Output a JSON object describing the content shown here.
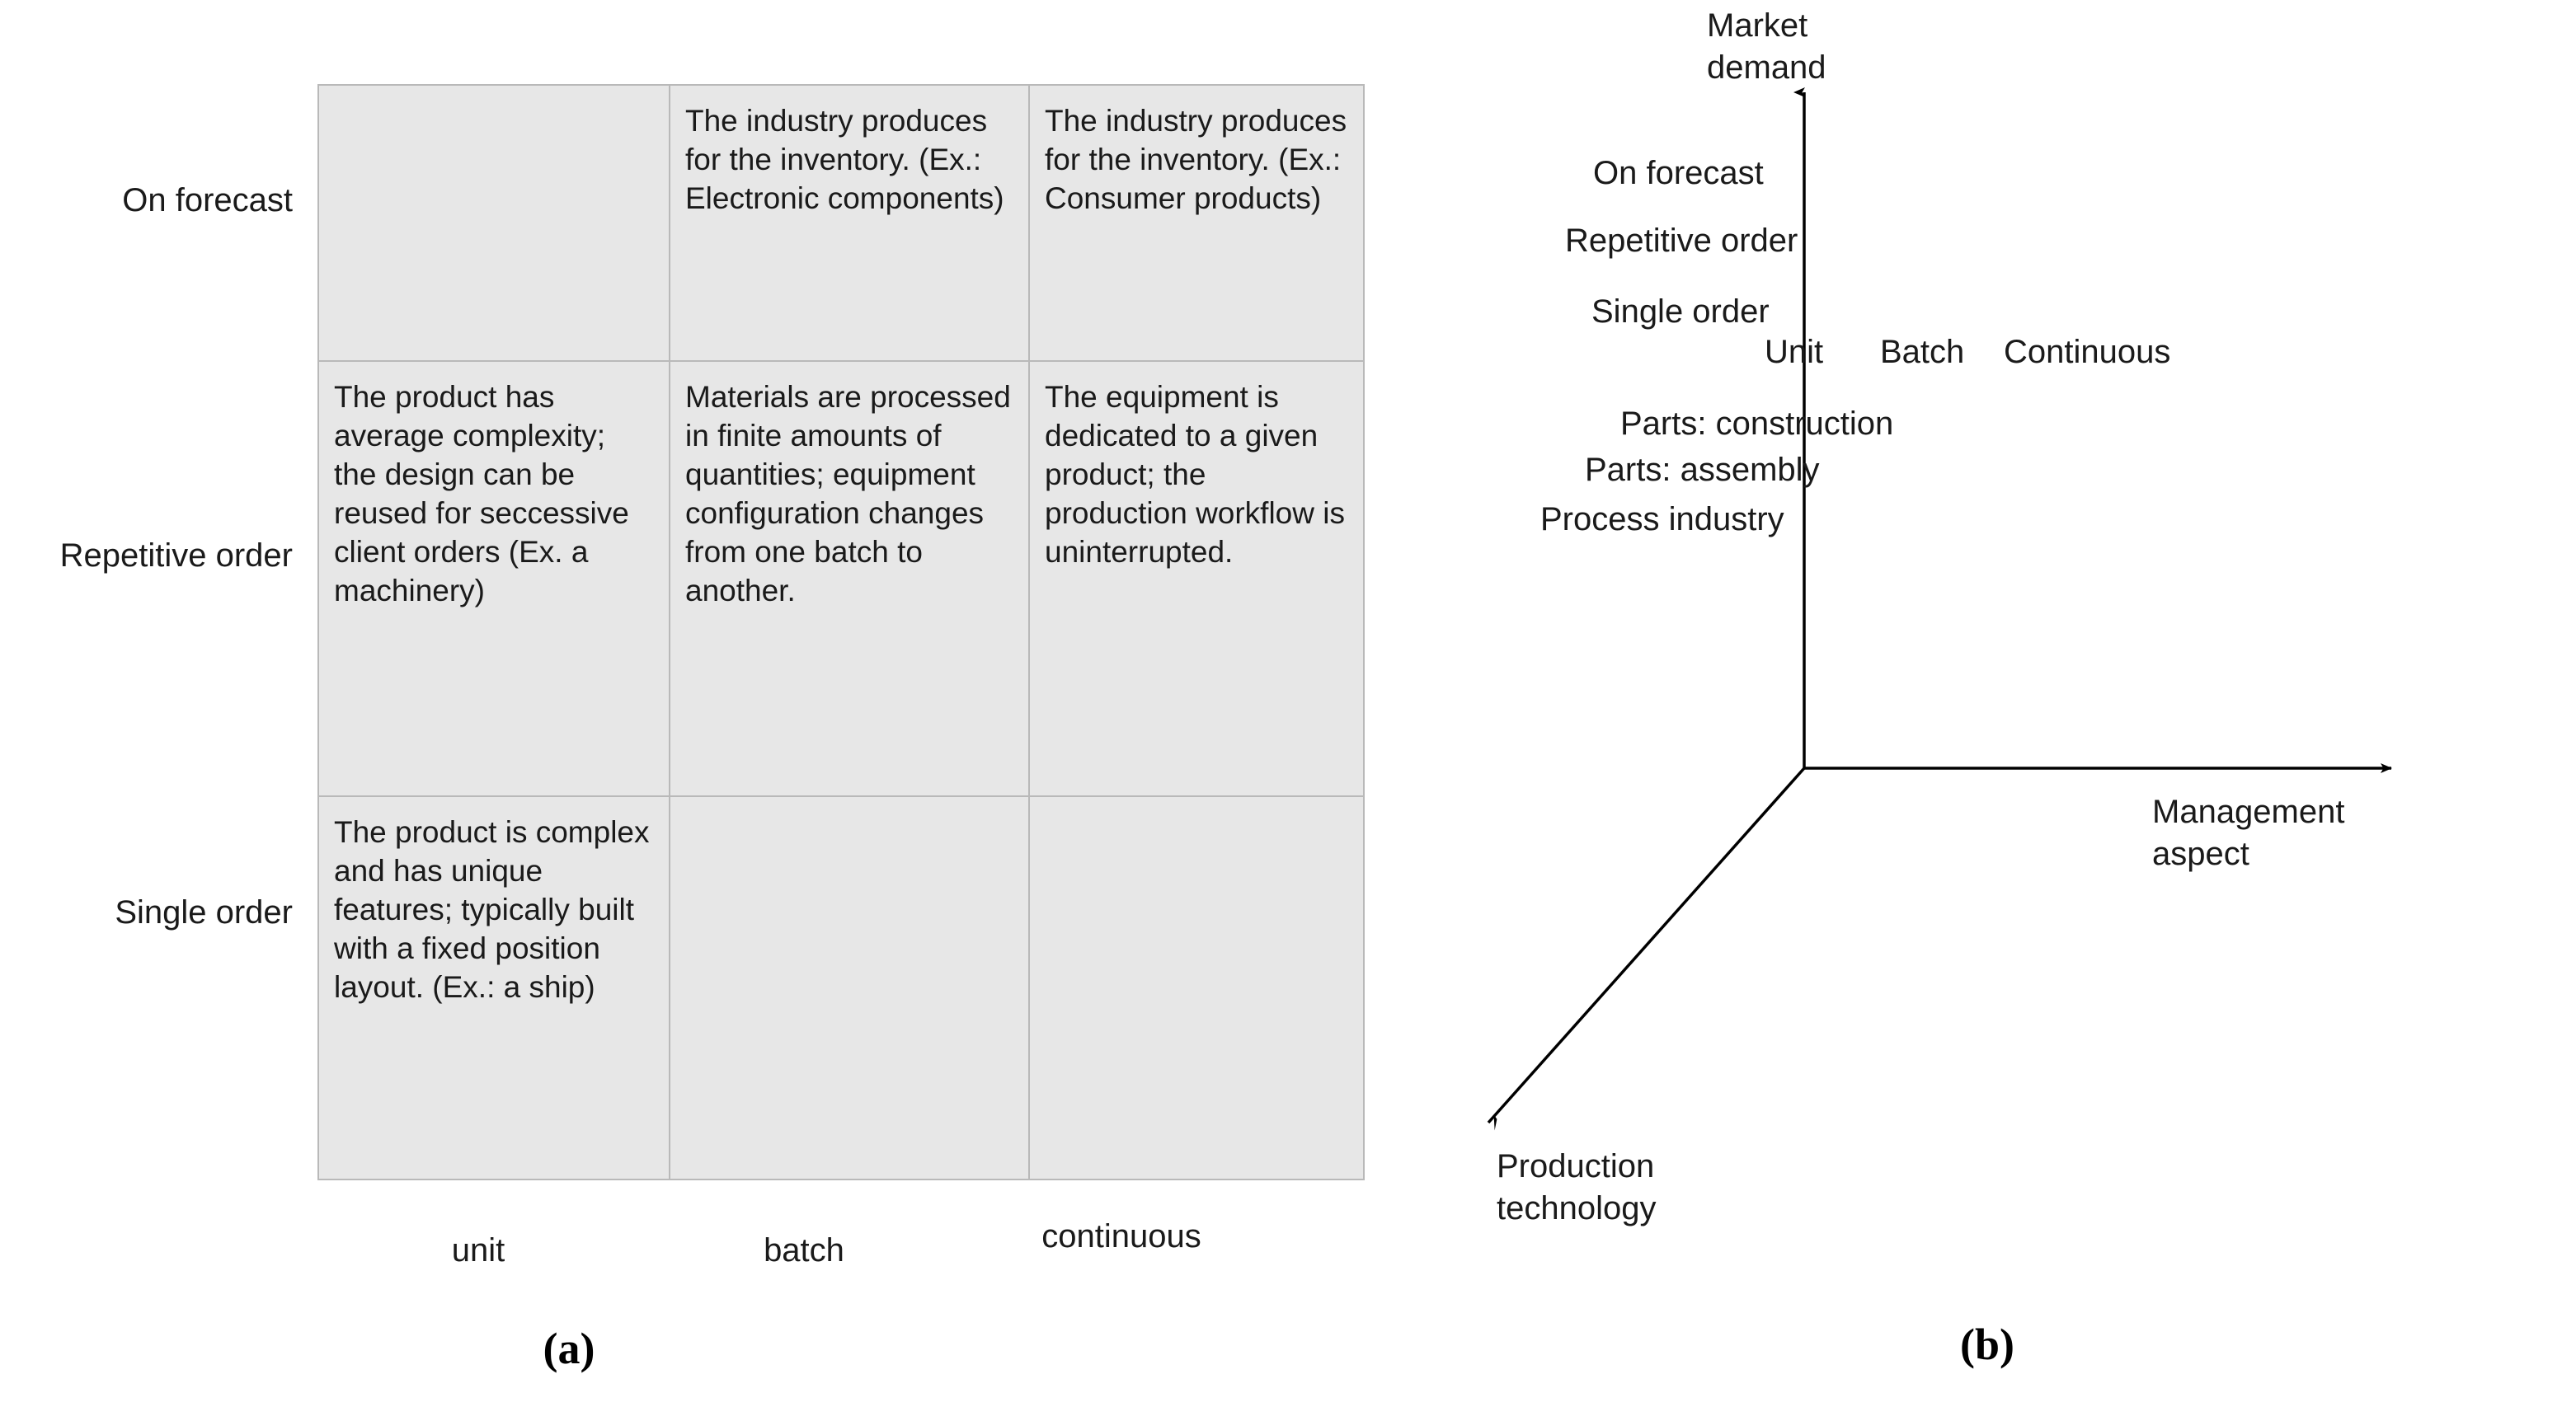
{
  "figure": {
    "panel_a": {
      "caption": "(a)",
      "row_labels": [
        "On forecast",
        "Repetitive order",
        "Single order"
      ],
      "column_headers": [
        "unit",
        "batch",
        "continuous"
      ],
      "cells": [
        [
          "",
          "The industry produces for the inventory. (Ex.: Electronic components)",
          "The industry produces for the inventory. (Ex.: Consumer products)"
        ],
        [
          "The product has average complexity; the design can be reused for seccessive client orders (Ex. a machinery)",
          "Materials are processed in finite amounts of quantities; equipment configuration changes from one batch to another.",
          "The equipment is dedicated to a given product; the production workflow is uninterrupted."
        ],
        [
          "The product is complex and has unique features; typically built with a fixed position layout. (Ex.: a ship)",
          "",
          ""
        ]
      ],
      "cell_fill_color": "#e7e7e7",
      "cell_border_color": "#b9b9b9"
    },
    "panel_b": {
      "caption": "(b)",
      "axes": {
        "vertical": {
          "title": "Market demand",
          "ticks": [
            "On forecast",
            "Repetitive order",
            "Single order"
          ]
        },
        "horizontal": {
          "title": "Management aspect",
          "ticks": [
            "Unit",
            "Batch",
            "Continuous"
          ]
        },
        "depth": {
          "title": "Production technology",
          "ticks": [
            "Parts: construction",
            "Parts: assembly",
            "Process industry"
          ]
        }
      },
      "line_color": "#000000"
    }
  },
  "chart_data": {
    "type": "diagram",
    "title": "",
    "panels": [
      {
        "id": "a",
        "type": "table",
        "row_headers": [
          "On forecast",
          "Repetitive order",
          "Single order"
        ],
        "col_headers": [
          "unit",
          "batch",
          "continuous"
        ]
      },
      {
        "id": "b",
        "type": "axis-diagram",
        "axis_labels": [
          "Market demand",
          "Management aspect",
          "Production technology"
        ]
      }
    ]
  }
}
